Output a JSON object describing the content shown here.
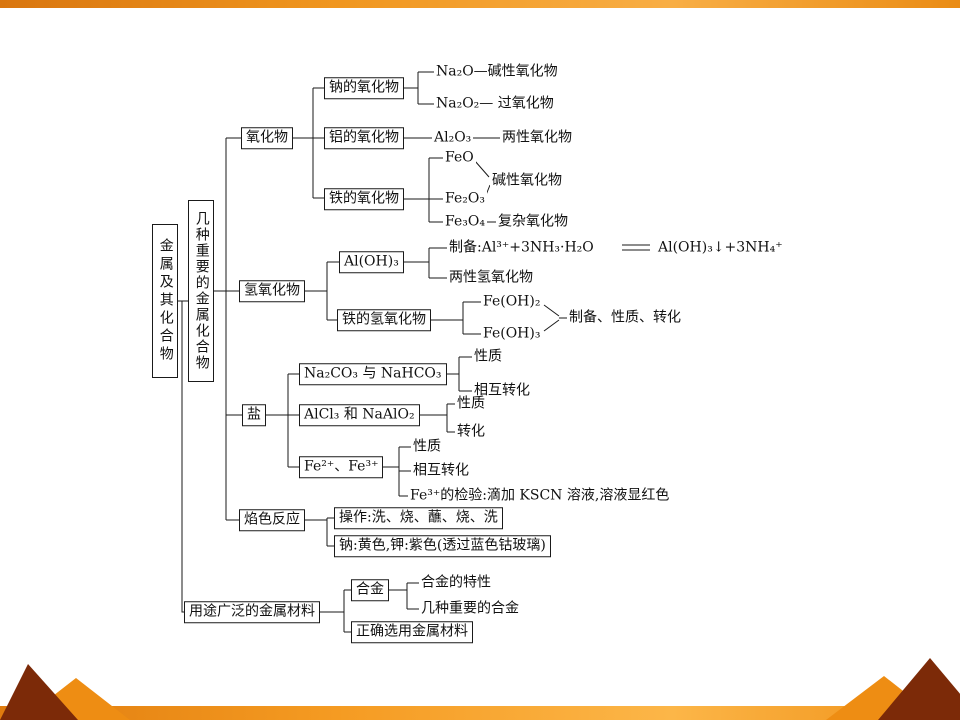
{
  "decor": {
    "accent_orange": "#ee8d13",
    "accent_dark_red": "#7c2a08"
  },
  "map": {
    "root": {
      "label": "金属及其化合物"
    },
    "compounds": {
      "label": "几种重要的金属化合物",
      "oxides": {
        "label": "氧化物",
        "sodium": {
          "label": "钠的氧化物",
          "na2o": "Na₂O—碱性氧化物",
          "na2o2": "Na₂O₂— 过氧化物"
        },
        "aluminum": {
          "label": "铝的氧化物",
          "formula": "Al₂O₃",
          "type": "两性氧化物"
        },
        "iron": {
          "label": "铁的氧化物",
          "feo": "FeO",
          "fe2o3": "Fe₂O₃",
          "basic_type": "碱性氧化物",
          "fe3o4": "Fe₃O₄",
          "complex_type": "复杂氧化物"
        }
      },
      "hydroxides": {
        "label": "氢氧化物",
        "aloh3": {
          "label": "Al(OH)₃",
          "prep_left": "制备:Al³⁺+3NH₃·H₂O",
          "prep_right": "Al(OH)₃↓+3NH₄⁺",
          "amphoteric": "两性氢氧化物"
        },
        "iron": {
          "label": "铁的氢氧化物",
          "feoh2": "Fe(OH)₂",
          "feoh3": "Fe(OH)₃",
          "note": "制备、性质、转化"
        }
      },
      "salts": {
        "label": "盐",
        "carbonates": {
          "label": "Na₂CO₃ 与 NaHCO₃",
          "property": "性质",
          "conversion": "相互转化"
        },
        "aluminum_salts": {
          "label": "AlCl₃ 和 NaAlO₂",
          "property": "性质",
          "conversion": "转化"
        },
        "iron_ions": {
          "label": "Fe²⁺、Fe³⁺",
          "property": "性质",
          "conversion": "相互转化",
          "test": "Fe³⁺的检验:滴加 KSCN 溶液,溶液显红色"
        }
      },
      "flame": {
        "label": "焰色反应",
        "operation": "操作:洗、烧、蘸、烧、洗",
        "colors": "钠:黄色,钾:紫色(透过蓝色钴玻璃)"
      }
    },
    "materials": {
      "label": "用途广泛的金属材料",
      "alloy": {
        "label": "合金",
        "feature": "合金的特性",
        "important": "几种重要的合金"
      },
      "selection": {
        "label": "正确选用金属材料"
      }
    }
  }
}
